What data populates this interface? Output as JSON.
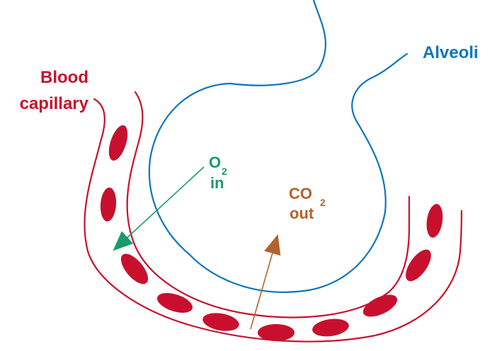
{
  "labels": {
    "blood_capillary_line1": "Blood",
    "blood_capillary_line2": "capillary",
    "alveoli": "Alveoli",
    "oxygen_symbol": "O",
    "oxygen_subscript": "2",
    "oxygen_direction": "in",
    "carbon_dioxide_symbol": "CO",
    "carbon_dioxide_subscript": "2",
    "carbon_dioxide_direction": "out"
  },
  "colors": {
    "capillary": "#c8102e",
    "red_blood_cell": "#c8102e",
    "alveoli": "#0e76bc",
    "oxygen": "#1a9a6c",
    "carbon_dioxide": "#b5612b"
  },
  "icons": {
    "oxygen_arrow": "arrow-down-left",
    "carbon_dioxide_arrow": "arrow-up-right"
  }
}
